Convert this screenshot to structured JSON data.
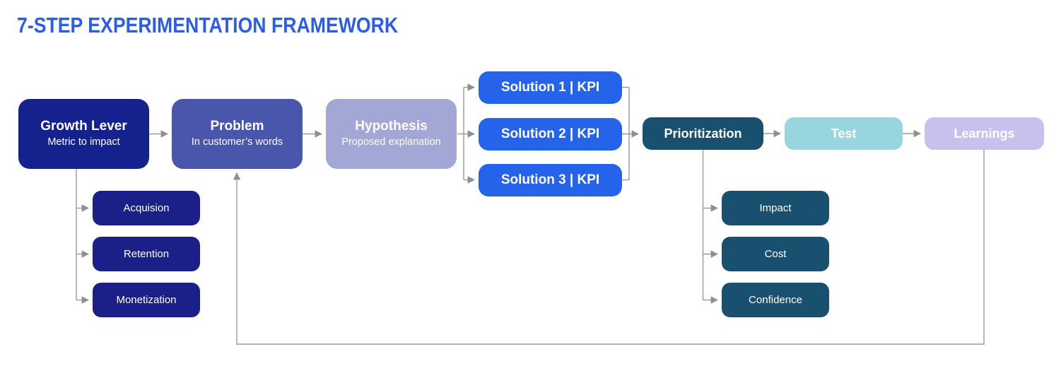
{
  "title": "7-STEP EXPERIMENTATION FRAMEWORK",
  "colors": {
    "title_blue": "#2B5DE8",
    "navy": "#15218C",
    "indigo": "#4A55AC",
    "periwinkle": "#A2A7D5",
    "bright_blue": "#2563EB",
    "dark_teal": "#1A506F",
    "light_teal": "#98D5DE",
    "lavender": "#C7C1EE",
    "connector_gray": "#9A9A9A"
  },
  "nodes": {
    "growth_lever": {
      "title": "Growth Lever",
      "subtitle": "Metric to impact"
    },
    "problem": {
      "title": "Problem",
      "subtitle": "In customer’s words"
    },
    "hypothesis": {
      "title": "Hypothesis",
      "subtitle": "Proposed explanation"
    },
    "solutions": [
      "Solution 1 | KPI",
      "Solution 2 | KPI",
      "Solution 3 | KPI"
    ],
    "prioritization": "Prioritization",
    "test": "Test",
    "learnings": "Learnings",
    "growth_sub": [
      "Acquision",
      "Retention",
      "Monetization"
    ],
    "prioritization_sub": [
      "Impact",
      "Cost",
      "Confidence"
    ]
  }
}
